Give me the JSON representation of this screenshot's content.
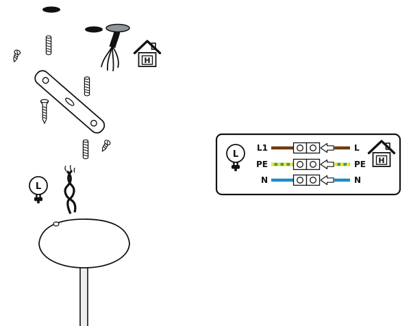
{
  "icons": {
    "lamp_label": "L",
    "house_label": "H"
  },
  "wiring_panel": {
    "left_labels": [
      "L1",
      "PE",
      "N"
    ],
    "right_labels": [
      "L",
      "PE",
      "N"
    ],
    "colors": {
      "live": "#6E3A10",
      "neutral": "#1E8BC9",
      "pe_green": "#3FA33C",
      "pe_yellow": "#F0E321"
    }
  }
}
